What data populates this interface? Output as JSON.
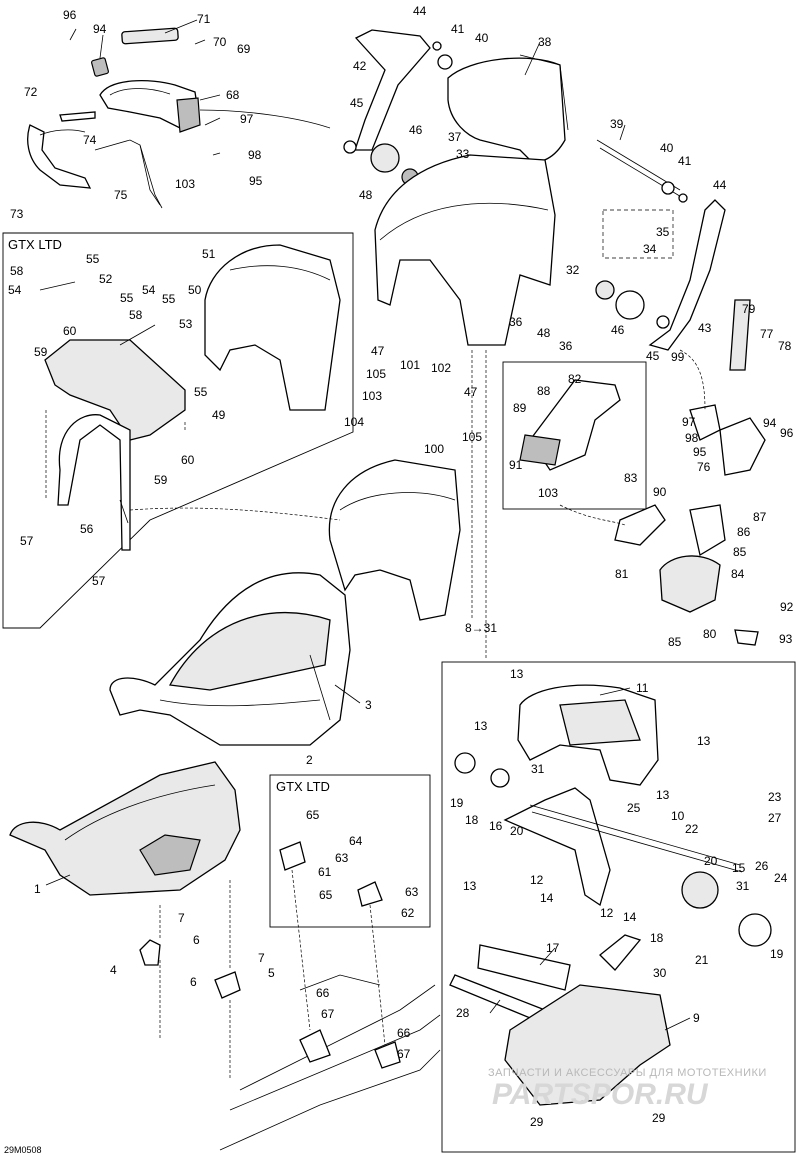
{
  "variant_label": "GTX LTD",
  "variant_label_2": "GTX LTD",
  "reference_note": "8→31",
  "drawing_code": "29M0508",
  "watermark": {
    "line1": "ЗАПЧАСТИ И АКСЕССУАРЫ ДЛЯ МОТОТЕХНИКИ",
    "line2": "PARTSPOR.RU"
  },
  "callouts": [
    {
      "id": "c96a",
      "text": "96"
    },
    {
      "id": "c94a",
      "text": "94"
    },
    {
      "id": "c71",
      "text": "71"
    },
    {
      "id": "c70",
      "text": "70"
    },
    {
      "id": "c69",
      "text": "69"
    },
    {
      "id": "c72",
      "text": "72"
    },
    {
      "id": "c68",
      "text": "68"
    },
    {
      "id": "c74",
      "text": "74"
    },
    {
      "id": "c97a",
      "text": "97"
    },
    {
      "id": "c98a",
      "text": "98"
    },
    {
      "id": "c75",
      "text": "75"
    },
    {
      "id": "c103a",
      "text": "103"
    },
    {
      "id": "c95a",
      "text": "95"
    },
    {
      "id": "c73",
      "text": "73"
    },
    {
      "id": "c44a",
      "text": "44"
    },
    {
      "id": "c41a",
      "text": "41"
    },
    {
      "id": "c40a",
      "text": "40"
    },
    {
      "id": "c38",
      "text": "38"
    },
    {
      "id": "c42",
      "text": "42"
    },
    {
      "id": "c45a",
      "text": "45"
    },
    {
      "id": "c46a",
      "text": "46"
    },
    {
      "id": "c37",
      "text": "37"
    },
    {
      "id": "c33",
      "text": "33"
    },
    {
      "id": "c39",
      "text": "39"
    },
    {
      "id": "c40b",
      "text": "40"
    },
    {
      "id": "c41b",
      "text": "41"
    },
    {
      "id": "c44b",
      "text": "44"
    },
    {
      "id": "c48a",
      "text": "48"
    },
    {
      "id": "c35",
      "text": "35"
    },
    {
      "id": "c34",
      "text": "34"
    },
    {
      "id": "c32",
      "text": "32"
    },
    {
      "id": "c55a",
      "text": "55"
    },
    {
      "id": "c51",
      "text": "51"
    },
    {
      "id": "c58a",
      "text": "58"
    },
    {
      "id": "c52",
      "text": "52"
    },
    {
      "id": "c54a",
      "text": "54"
    },
    {
      "id": "c55b",
      "text": "55"
    },
    {
      "id": "c54b",
      "text": "54"
    },
    {
      "id": "c55c",
      "text": "55"
    },
    {
      "id": "c50",
      "text": "50"
    },
    {
      "id": "c58b",
      "text": "58"
    },
    {
      "id": "c53",
      "text": "53"
    },
    {
      "id": "c60a",
      "text": "60"
    },
    {
      "id": "c59a",
      "text": "59"
    },
    {
      "id": "c55d",
      "text": "55"
    },
    {
      "id": "c49",
      "text": "49"
    },
    {
      "id": "c60b",
      "text": "60"
    },
    {
      "id": "c59b",
      "text": "59"
    },
    {
      "id": "c56",
      "text": "56"
    },
    {
      "id": "c57a",
      "text": "57"
    },
    {
      "id": "c57b",
      "text": "57"
    },
    {
      "id": "c36a",
      "text": "36"
    },
    {
      "id": "c48b",
      "text": "48"
    },
    {
      "id": "c46b",
      "text": "46"
    },
    {
      "id": "c36b",
      "text": "36"
    },
    {
      "id": "c43",
      "text": "43"
    },
    {
      "id": "c47a",
      "text": "47"
    },
    {
      "id": "c101",
      "text": "101"
    },
    {
      "id": "c102",
      "text": "102"
    },
    {
      "id": "c105a",
      "text": "105"
    },
    {
      "id": "c47b",
      "text": "47"
    },
    {
      "id": "c103b",
      "text": "103"
    },
    {
      "id": "c45b",
      "text": "45"
    },
    {
      "id": "c99",
      "text": "99"
    },
    {
      "id": "c79",
      "text": "79"
    },
    {
      "id": "c77",
      "text": "77"
    },
    {
      "id": "c78",
      "text": "78"
    },
    {
      "id": "c104",
      "text": "104"
    },
    {
      "id": "c100",
      "text": "100"
    },
    {
      "id": "c105b",
      "text": "105"
    },
    {
      "id": "c88",
      "text": "88"
    },
    {
      "id": "c82",
      "text": "82"
    },
    {
      "id": "c89",
      "text": "89"
    },
    {
      "id": "c91",
      "text": "91"
    },
    {
      "id": "c83",
      "text": "83"
    },
    {
      "id": "c103c",
      "text": "103"
    },
    {
      "id": "c97b",
      "text": "97"
    },
    {
      "id": "c98b",
      "text": "98"
    },
    {
      "id": "c95b",
      "text": "95"
    },
    {
      "id": "c76",
      "text": "76"
    },
    {
      "id": "c94b",
      "text": "94"
    },
    {
      "id": "c96b",
      "text": "96"
    },
    {
      "id": "c90",
      "text": "90"
    },
    {
      "id": "c87",
      "text": "87"
    },
    {
      "id": "c86",
      "text": "86"
    },
    {
      "id": "c85a",
      "text": "85"
    },
    {
      "id": "c84",
      "text": "84"
    },
    {
      "id": "c81",
      "text": "81"
    },
    {
      "id": "c92",
      "text": "92"
    },
    {
      "id": "c85b",
      "text": "85"
    },
    {
      "id": "c80",
      "text": "80"
    },
    {
      "id": "c93",
      "text": "93"
    },
    {
      "id": "c3",
      "text": "3"
    },
    {
      "id": "c2",
      "text": "2"
    },
    {
      "id": "c13a",
      "text": "13"
    },
    {
      "id": "c11",
      "text": "11"
    },
    {
      "id": "c13b",
      "text": "13"
    },
    {
      "id": "c13c",
      "text": "13"
    },
    {
      "id": "c31a",
      "text": "31"
    },
    {
      "id": "c13d",
      "text": "13"
    },
    {
      "id": "c25",
      "text": "25"
    },
    {
      "id": "c19a",
      "text": "19"
    },
    {
      "id": "c18a",
      "text": "18"
    },
    {
      "id": "c16",
      "text": "16"
    },
    {
      "id": "c20a",
      "text": "20"
    },
    {
      "id": "c10",
      "text": "10"
    },
    {
      "id": "c22",
      "text": "22"
    },
    {
      "id": "c23",
      "text": "23"
    },
    {
      "id": "c27",
      "text": "27"
    },
    {
      "id": "c13e",
      "text": "13"
    },
    {
      "id": "c12a",
      "text": "12"
    },
    {
      "id": "c20b",
      "text": "20"
    },
    {
      "id": "c15",
      "text": "15"
    },
    {
      "id": "c26",
      "text": "26"
    },
    {
      "id": "c24",
      "text": "24"
    },
    {
      "id": "c31b",
      "text": "31"
    },
    {
      "id": "c14a",
      "text": "14"
    },
    {
      "id": "c12b",
      "text": "12"
    },
    {
      "id": "c14b",
      "text": "14"
    },
    {
      "id": "c18b",
      "text": "18"
    },
    {
      "id": "c21",
      "text": "21"
    },
    {
      "id": "c19b",
      "text": "19"
    },
    {
      "id": "c17",
      "text": "17"
    },
    {
      "id": "c30",
      "text": "30"
    },
    {
      "id": "c28",
      "text": "28"
    },
    {
      "id": "c9",
      "text": "9"
    },
    {
      "id": "c29a",
      "text": "29"
    },
    {
      "id": "c29b",
      "text": "29"
    },
    {
      "id": "c1",
      "text": "1"
    },
    {
      "id": "c7a",
      "text": "7"
    },
    {
      "id": "c6a",
      "text": "6"
    },
    {
      "id": "c4",
      "text": "4"
    },
    {
      "id": "c7b",
      "text": "7"
    },
    {
      "id": "c6b",
      "text": "6"
    },
    {
      "id": "c5",
      "text": "5"
    },
    {
      "id": "c65a",
      "text": "65"
    },
    {
      "id": "c64",
      "text": "64"
    },
    {
      "id": "c63a",
      "text": "63"
    },
    {
      "id": "c61",
      "text": "61"
    },
    {
      "id": "c65b",
      "text": "65"
    },
    {
      "id": "c63b",
      "text": "63"
    },
    {
      "id": "c62",
      "text": "62"
    },
    {
      "id": "c66a",
      "text": "66"
    },
    {
      "id": "c67a",
      "text": "67"
    },
    {
      "id": "c66b",
      "text": "66"
    },
    {
      "id": "c67b",
      "text": "67"
    }
  ]
}
